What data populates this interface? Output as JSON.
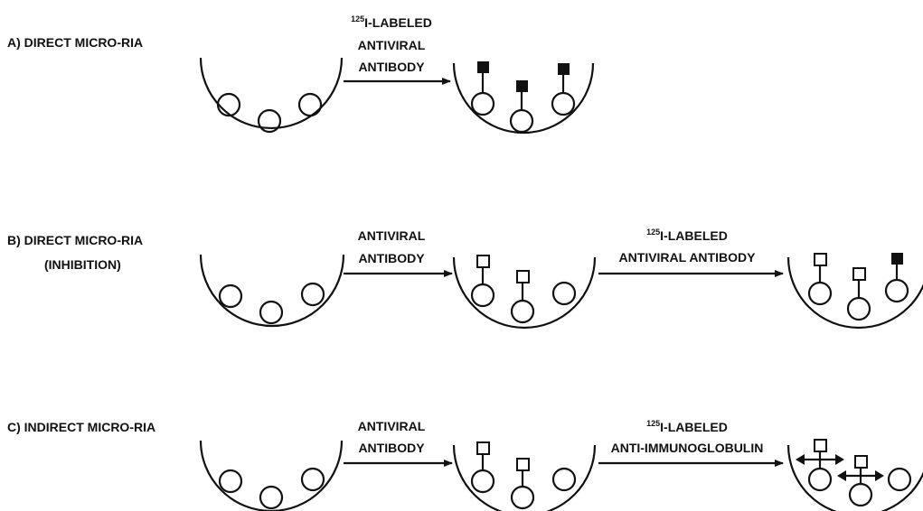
{
  "colors": {
    "ink": "#111111",
    "background": "#ffffff"
  },
  "panels": [
    {
      "label": "A) DIRECT MICRO-RIA",
      "sublabel": "",
      "steps": [
        {
          "isotope": "125",
          "lines": [
            "I-LABELED",
            "ANTIVIRAL",
            "ANTIBODY"
          ]
        }
      ]
    },
    {
      "label": "B) DIRECT MICRO-RIA",
      "sublabel": "(INHIBITION)",
      "steps": [
        {
          "isotope": "",
          "lines": [
            "ANTIVIRAL",
            "ANTIBODY"
          ]
        },
        {
          "isotope": "125",
          "lines": [
            "I-LABELED",
            "ANTIVIRAL ANTIBODY"
          ]
        }
      ]
    },
    {
      "label": "C) INDIRECT MICRO-RIA",
      "sublabel": "",
      "steps": [
        {
          "isotope": "",
          "lines": [
            "ANTIVIRAL",
            "ANTIBODY"
          ]
        },
        {
          "isotope": "125",
          "lines": [
            "I-LABELED",
            "ANTI-IMMUNOGLOBULIN"
          ]
        }
      ]
    }
  ]
}
